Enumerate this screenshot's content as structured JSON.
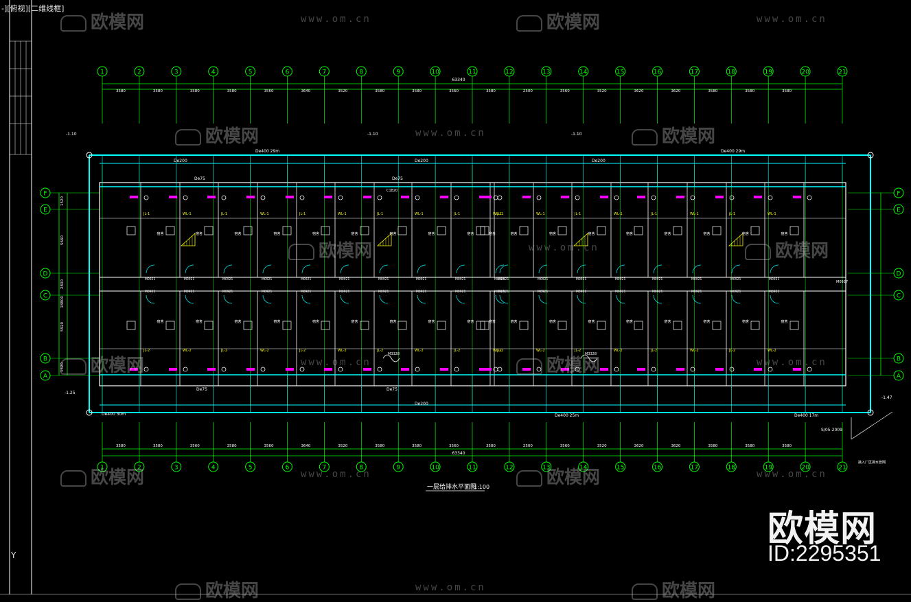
{
  "viewport": {
    "label": "-][俯视][二维线框]"
  },
  "ucs": {
    "axis_label": "Y"
  },
  "drawing": {
    "title": "一层给排水平面图",
    "scale": "1:100",
    "total_dimension": "63340",
    "grid_columns": [
      "1",
      "2",
      "3",
      "4",
      "5",
      "6",
      "7",
      "8",
      "9",
      "10",
      "11",
      "12",
      "13",
      "14",
      "15",
      "16",
      "17",
      "18",
      "19",
      "20",
      "21"
    ],
    "grid_rows": [
      "F",
      "E",
      "D",
      "C",
      "B",
      "A"
    ],
    "top_bay_dims": [
      "3580",
      "3580",
      "3580",
      "3580",
      "3560",
      "3640",
      "3520",
      "3580",
      "3580",
      "3560",
      "3580",
      "2500",
      "3560",
      "3520",
      "3620",
      "3620",
      "3580",
      "3580",
      "3580"
    ],
    "bottom_bay_dims": [
      "3580",
      "3580",
      "3560",
      "3580",
      "3560",
      "3640",
      "3520",
      "3580",
      "3580",
      "3560",
      "3580",
      "2500",
      "3560",
      "3520",
      "3620",
      "3620",
      "3580",
      "3580",
      "3580"
    ],
    "pipe_labels": [
      "De400 29m",
      "De400 29m",
      "De200",
      "De200",
      "De200",
      "De75",
      "De75",
      "De400 30m",
      "De400 25m",
      "De400 17m",
      "De200",
      "De75",
      "De75"
    ],
    "levels": [
      "-1.10",
      "-1.10",
      "-1.10",
      "-1.25",
      "-1.47"
    ],
    "room_label": "宿舍",
    "door_codes": [
      "M0921",
      "M3328",
      "M3328",
      "C1820",
      "M0927"
    ],
    "riser_labels": [
      "JL-1",
      "WL-1",
      "JL-2",
      "WL-2"
    ],
    "notes": [
      "S/05-2009",
      "接入厂区排水管网"
    ],
    "side_dims": [
      "1520",
      "5660",
      "2800",
      "5920",
      "1520",
      "18800"
    ]
  },
  "watermark": {
    "brand": "欧模网",
    "url": "www.om.cn",
    "id": "ID:2295351"
  },
  "colors": {
    "background": "#000000",
    "grid": "#00ff00",
    "pipe": "#00ffff",
    "wall": "#ffffff",
    "accent": "#ff00ff",
    "label": "#ffff00"
  }
}
